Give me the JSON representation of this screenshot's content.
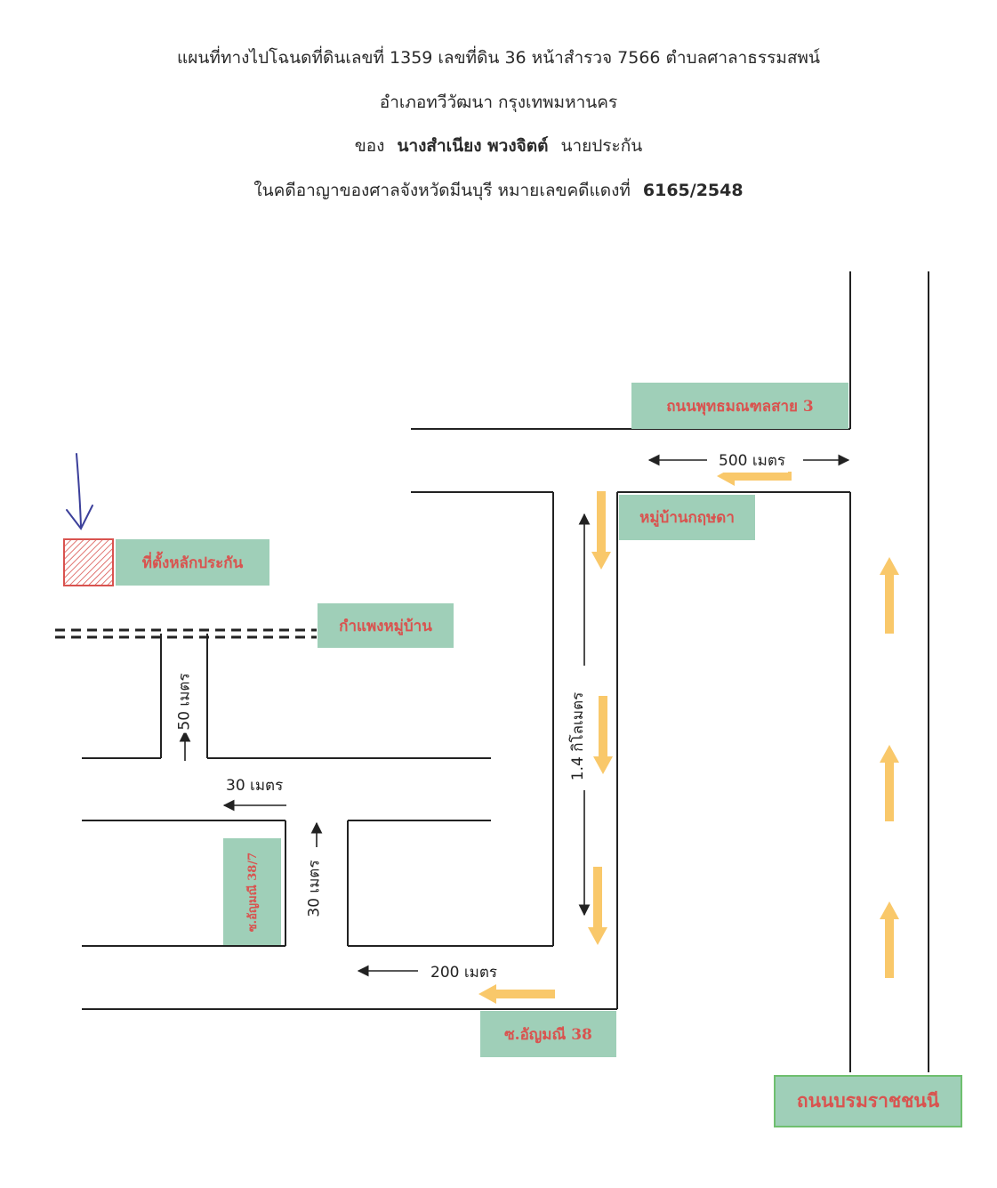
{
  "header": {
    "line1": "แผนที่ทางไปโฉนดที่ดินเลขที่ 1359  เลขที่ดิน 36  หน้าสำรวจ  7566  ตำบลศาลาธรรมสพน์",
    "line2": "อำเภอทวีวัฒนา  กรุงเทพมหานคร",
    "line3_prefix": "ของ",
    "line3_name": "นางสำเนียง  พวงจิตต์",
    "line3_suffix": "นายประกัน",
    "line4_prefix": "ในคดีอาญาของศาลจังหวัดมีนบุรี  หมายเลขคดีแดงที่",
    "line4_case": "6165/2548"
  },
  "labels": {
    "phutthamonthon": "ถนนพุทธมณฑลสาย 3",
    "village": "หมู่บ้านกฤษดา",
    "collateral": "ที่ตั้งหลักประกัน",
    "wall": "กำแพงหมู่บ้าน",
    "soi_38_7": "ซ.อัญมณี 38/7",
    "soi_38": "ซ.อัญมณี 38",
    "borommaratchachonnani": "ถนนบรมราชชนนี"
  },
  "distances": {
    "d500": "500 เมตร",
    "d14km": "1.4 กิโลเมตร",
    "d50": "50 เมตร",
    "d30h": "30 เมตร",
    "d30v": "30 เมตร",
    "d200": "200 เมตร"
  },
  "colors": {
    "road": "#222222",
    "label_bg": "#9fcfb8",
    "label_text": "#d9534f",
    "flow_arrow": "#f9c86a",
    "marker": "#d9534f"
  }
}
